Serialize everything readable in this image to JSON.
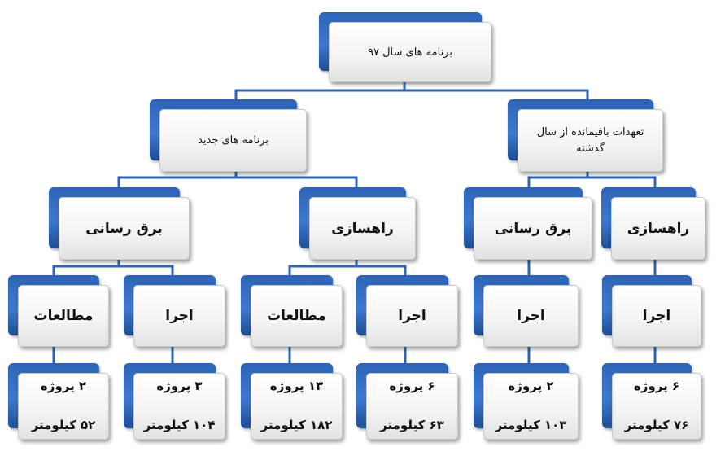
{
  "colors": {
    "connector": "#2e64b6",
    "tab": "#3b79cf"
  },
  "root": {
    "label": "برنامه های سال ۹۷"
  },
  "branches": [
    {
      "label": "تعهدات باقیمانده از سال گذشته",
      "groups": [
        {
          "label": "راهسازی",
          "items": [
            {
              "label": "اجرا",
              "projects": "۶ پروژه",
              "length": "۷۶ کیلومتر"
            }
          ]
        },
        {
          "label": "برق رسانی",
          "items": [
            {
              "label": "اجرا",
              "projects": "۲ پروژه",
              "length": "۱۰۳ کیلومتر"
            }
          ]
        }
      ]
    },
    {
      "label": "برنامه های جدید",
      "groups": [
        {
          "label": "راهسازی",
          "items": [
            {
              "label": "اجرا",
              "projects": "۶ پروژه",
              "length": "۶۳ کیلومتر"
            },
            {
              "label": "مطالعات",
              "projects": "۱۳ پروژه",
              "length": "۱۸۲ کیلومتر"
            }
          ]
        },
        {
          "label": "برق رسانی",
          "items": [
            {
              "label": "اجرا",
              "projects": "۳ پروژه",
              "length": "۱۰۴ کیلومتر"
            },
            {
              "label": "مطالعات",
              "projects": "۲ پروژه",
              "length": "۵۲ کیلومتر"
            }
          ]
        }
      ]
    }
  ]
}
